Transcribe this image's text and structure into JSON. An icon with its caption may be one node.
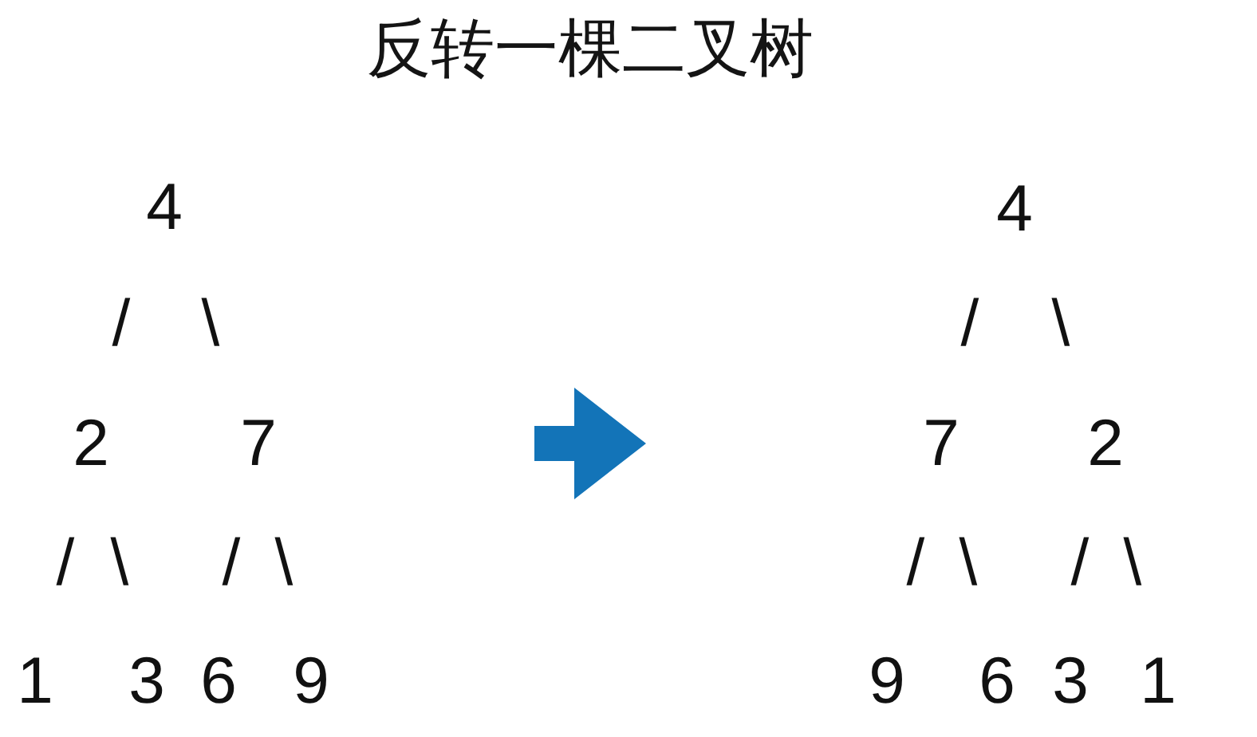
{
  "diagram": {
    "title": "反转一棵二叉树",
    "labels": [
      "4",
      "/",
      "\\",
      "2",
      "7",
      "/",
      "\\",
      "/",
      "\\",
      "1",
      "3",
      "6",
      "9",
      "4",
      "/",
      "\\",
      "7",
      "2",
      "/",
      "\\",
      "/",
      "\\",
      "9",
      "6",
      "3",
      "1"
    ]
  }
}
